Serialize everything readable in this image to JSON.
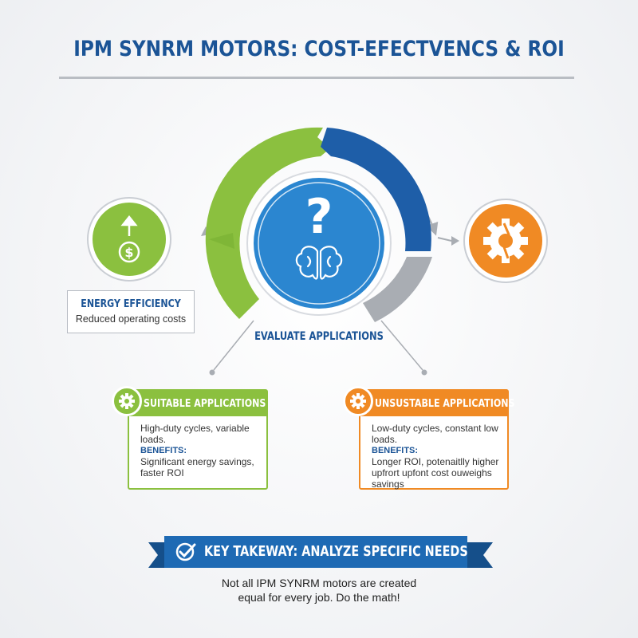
{
  "title": "IPM SYNRM MOTORS: COST-EFECTVENCS & ROI",
  "center": {
    "label": "EVALUATE APPLICATIONS",
    "question_mark": "?"
  },
  "left_node": {
    "title": "ENERGY EFFICIENCY",
    "subtitle": "Reduced operating costs",
    "icon": "dollar-up-arrow-icon"
  },
  "right_node": {
    "icon": "broken-gear-icon"
  },
  "suitable": {
    "title": "SUITABLE APPLICATIONS",
    "description": "High-duty cycles, variable loads.",
    "benefits_label": "BENEFITS:",
    "benefits": "Significant energy savings, faster ROI"
  },
  "unsuitable": {
    "title": "UNSUSTABLE APPLICATIONS",
    "description": "Low-duty cycles, constant low loads.",
    "benefits_label": "BENEFITS:",
    "benefits": "Longer ROI, potenaitlly higher upfrort upfont cost ouweighs savings"
  },
  "takeaway": {
    "banner": "KEY TAKEWAY: ANALYZE SPECIFIC NEEDS",
    "note": "Not all IPM SYNRM motors are created equal for every job. Do the math!"
  },
  "colors": {
    "navy": "#1b5496",
    "blue": "#1e6ab4",
    "green": "#8bc03f",
    "orange": "#f08a24",
    "gray": "#a9adb3"
  }
}
